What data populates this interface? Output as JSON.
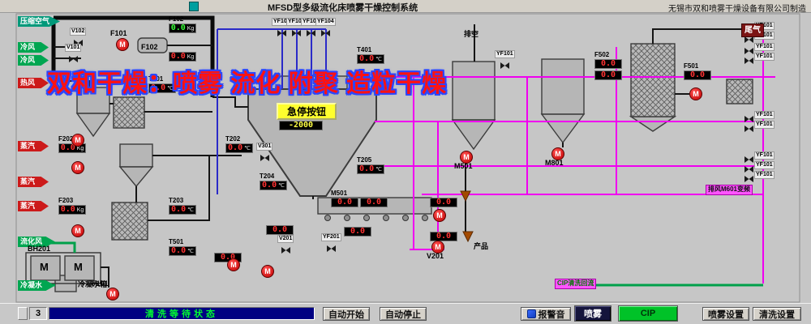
{
  "titlebar": {
    "title": "MFSD型多级流化床喷雾干燥控制系统",
    "manufacturer": "无锡市双和喷雾干燥设备有限公司制造"
  },
  "watermark": {
    "text": "双和干燥：喷雾 流化 附聚 造粒干燥"
  },
  "chamber": {
    "estop_label": "急停按钮"
  },
  "bh201": {
    "motors": [
      "M",
      "M"
    ]
  },
  "colors": {
    "display_red": "#ff3232",
    "display_green": "#38ff38",
    "display_yellow": "#ffff44",
    "pipe_magenta": "#f000f0",
    "pipe_blue": "#2a2ac8",
    "pipe_green": "#00a04a",
    "pump_red": "#c00000",
    "cip_button_green": "#00c228",
    "status_bar_blue": "#000082",
    "status_text_green": "#00ff30",
    "watermark_red": "#ff1212",
    "watermark_outline_blue": "#2b46ff"
  },
  "displays": [
    {
      "id": "F102",
      "label": "F102",
      "value": "0.0",
      "unit": "Kg",
      "color": "green"
    },
    {
      "id": "TKG",
      "label": "",
      "value": "0.0",
      "unit": "Kg",
      "color": "red"
    },
    {
      "id": "T201",
      "label": "T201",
      "value": "0.0",
      "unit": "℃",
      "color": "red"
    },
    {
      "id": "F202",
      "label": "F202",
      "value": "0.0",
      "unit": "Kg",
      "color": "red"
    },
    {
      "id": "F203",
      "label": "F203",
      "value": "0.0",
      "unit": "Kg",
      "color": "red"
    },
    {
      "id": "T203",
      "label": "T203",
      "value": "0.0",
      "unit": "℃",
      "color": "red"
    },
    {
      "id": "T202",
      "label": "T202",
      "value": "0.0",
      "unit": "℃",
      "color": "red"
    },
    {
      "id": "T204",
      "label": "T204",
      "value": "0.0",
      "unit": "℃",
      "color": "red"
    },
    {
      "id": "T205",
      "label": "T205",
      "value": "0.0",
      "unit": "℃",
      "color": "red"
    },
    {
      "id": "T401",
      "label": "T401",
      "value": "0.0",
      "unit": "℃",
      "color": "red"
    },
    {
      "id": "LV",
      "label": "",
      "value": "-2000",
      "unit": "",
      "color": "yellow"
    },
    {
      "id": "M501A",
      "label": "M501",
      "value": "0.0",
      "unit": "",
      "color": "red"
    },
    {
      "id": "M501B",
      "label": "",
      "value": "0.0",
      "unit": "",
      "color": "red"
    },
    {
      "id": "B1",
      "label": "",
      "value": "0.0",
      "unit": "",
      "color": "red"
    },
    {
      "id": "B2",
      "label": "",
      "value": "0.0",
      "unit": "",
      "color": "red"
    },
    {
      "id": "R1",
      "label": "",
      "value": "0.0",
      "unit": "",
      "color": "red"
    },
    {
      "id": "R2",
      "label": "",
      "value": "0.0",
      "unit": "",
      "color": "red"
    },
    {
      "id": "F502A",
      "label": "F502",
      "value": "0.0",
      "unit": "",
      "color": "red"
    },
    {
      "id": "F502B",
      "label": "",
      "value": "0.0",
      "unit": "",
      "color": "red"
    },
    {
      "id": "F501",
      "label": "F501",
      "value": "0.0",
      "unit": "",
      "color": "red"
    },
    {
      "id": "T501",
      "label": "T501",
      "value": "0.0",
      "unit": "℃",
      "color": "red"
    },
    {
      "id": "F301",
      "label": "",
      "value": "0.0",
      "unit": "",
      "color": "red"
    }
  ],
  "pumps": [
    {
      "id": "F101T",
      "letter": "M"
    },
    {
      "id": "C1",
      "letter": "M"
    },
    {
      "id": "F202P",
      "letter": "M"
    },
    {
      "id": "F203P",
      "letter": "M"
    },
    {
      "id": "M501",
      "letter": "M"
    },
    {
      "id": "M801",
      "letter": "M"
    },
    {
      "id": "F501P",
      "letter": "M"
    },
    {
      "id": "M601",
      "letter": "M"
    },
    {
      "id": "V201P",
      "letter": "M"
    },
    {
      "id": "B1P",
      "letter": "M"
    },
    {
      "id": "B2P",
      "letter": "M"
    },
    {
      "id": "F101B",
      "letter": "M"
    }
  ],
  "valves": [
    {
      "id": "YF101T",
      "label": "YF101"
    },
    {
      "id": "YF102T",
      "label": "YF102"
    },
    {
      "id": "YF103T",
      "label": "YF103"
    },
    {
      "id": "YF104T",
      "label": "YF104"
    },
    {
      "id": "V102",
      "label": "V102"
    },
    {
      "id": "V101",
      "label": "V101"
    },
    {
      "id": "V301",
      "label": "V301"
    },
    {
      "id": "YF201",
      "label": "YF201"
    },
    {
      "id": "V201",
      "label": "V201"
    },
    {
      "id": "YF101H",
      "label": "YF101"
    },
    {
      "id": "R1V",
      "label": "YF101"
    },
    {
      "id": "R2V",
      "label": "YF101"
    },
    {
      "id": "R3V",
      "label": "YF101"
    },
    {
      "id": "R4V",
      "label": "YF101"
    },
    {
      "id": "R5V",
      "label": "YF101"
    },
    {
      "id": "R6V",
      "label": "YF101"
    },
    {
      "id": "R7V",
      "label": "YF101"
    },
    {
      "id": "R8V",
      "label": "YF101"
    },
    {
      "id": "R9V",
      "label": "YF101"
    }
  ],
  "flow_arrows": [
    {
      "id": "A1",
      "label": "压缩空气",
      "color": "teal"
    },
    {
      "id": "A2",
      "label": "冷风",
      "color": "green"
    },
    {
      "id": "A3",
      "label": "冷风",
      "color": "green"
    },
    {
      "id": "A4",
      "label": "热风",
      "color": "red"
    },
    {
      "id": "A5",
      "label": "蒸汽",
      "color": "red"
    },
    {
      "id": "A6",
      "label": "蒸汽",
      "color": "red"
    },
    {
      "id": "A7",
      "label": "蒸汽",
      "color": "red"
    },
    {
      "id": "A8",
      "label": "流化风",
      "color": "green"
    },
    {
      "id": "A9",
      "label": "冷凝水",
      "color": "green"
    }
  ],
  "labels": [
    {
      "id": "paikong",
      "text": "排空",
      "variant": "plain"
    },
    {
      "id": "weiqi",
      "text": "尾气",
      "variant": "darkbox"
    },
    {
      "id": "chanpin",
      "text": "产品",
      "variant": "plain"
    },
    {
      "id": "bh201",
      "text": "BH201",
      "variant": "plain"
    },
    {
      "id": "lengning",
      "text": "冷凝水箱",
      "variant": "plain"
    },
    {
      "id": "f101b",
      "text": "F101",
      "variant": "plain"
    },
    {
      "id": "f101t",
      "text": "F101",
      "variant": "plain"
    },
    {
      "id": "f102v",
      "text": "F102",
      "variant": "plain"
    },
    {
      "id": "m501l",
      "text": "M501",
      "variant": "plain"
    },
    {
      "id": "m801l",
      "text": "M801",
      "variant": "plain"
    },
    {
      "id": "v201l",
      "text": "V201",
      "variant": "plain"
    },
    {
      "id": "m601box",
      "text": "排风M601变频",
      "variant": "magb"
    },
    {
      "id": "cipline",
      "text": "CIP清洗回流",
      "variant": "magg"
    }
  ],
  "statusbar": {
    "counter": "3",
    "status": "清洗等待状态",
    "buttons": [
      {
        "id": "auto_start",
        "label": "自动开始",
        "variant": "std",
        "icon": false
      },
      {
        "id": "auto_stop",
        "label": "自动停止",
        "variant": "std",
        "icon": false
      },
      {
        "id": "alarm",
        "label": "报警音",
        "variant": "std",
        "icon": true
      },
      {
        "id": "spray",
        "label": "喷雾",
        "variant": "dark",
        "icon": false
      },
      {
        "id": "cip",
        "label": "CIP",
        "variant": "green",
        "icon": false
      },
      {
        "id": "spray_settings",
        "label": "喷雾设置",
        "variant": "std",
        "icon": false
      },
      {
        "id": "clean_settings",
        "label": "清洗设置",
        "variant": "std",
        "icon": false
      }
    ]
  }
}
